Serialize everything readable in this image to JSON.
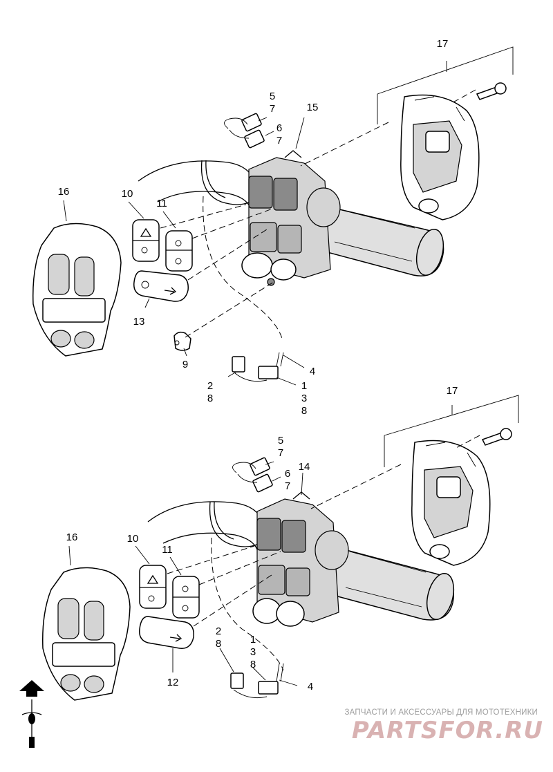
{
  "callouts_upper": [
    {
      "id": "u17",
      "text": "17"
    },
    {
      "id": "u15",
      "text": "15"
    },
    {
      "id": "u5",
      "text": "5"
    },
    {
      "id": "u7a",
      "text": "7"
    },
    {
      "id": "u6",
      "text": "6"
    },
    {
      "id": "u7b",
      "text": "7"
    },
    {
      "id": "u16",
      "text": "16"
    },
    {
      "id": "u10",
      "text": "10"
    },
    {
      "id": "u11",
      "text": "11"
    },
    {
      "id": "u13",
      "text": "13"
    },
    {
      "id": "u9",
      "text": "9"
    },
    {
      "id": "u4",
      "text": "4"
    },
    {
      "id": "u2",
      "text": "2"
    },
    {
      "id": "u8a",
      "text": "8"
    },
    {
      "id": "u1",
      "text": "1"
    },
    {
      "id": "u3",
      "text": "3"
    },
    {
      "id": "u8b",
      "text": "8"
    }
  ],
  "callouts_lower": [
    {
      "id": "l17",
      "text": "17"
    },
    {
      "id": "l14",
      "text": "14"
    },
    {
      "id": "l5",
      "text": "5"
    },
    {
      "id": "l7a",
      "text": "7"
    },
    {
      "id": "l6",
      "text": "6"
    },
    {
      "id": "l7b",
      "text": "7"
    },
    {
      "id": "l16",
      "text": "16"
    },
    {
      "id": "l10",
      "text": "10"
    },
    {
      "id": "l11",
      "text": "11"
    },
    {
      "id": "l2",
      "text": "2"
    },
    {
      "id": "l8a",
      "text": "8"
    },
    {
      "id": "l1",
      "text": "1"
    },
    {
      "id": "l3",
      "text": "3"
    },
    {
      "id": "l8b",
      "text": "8"
    },
    {
      "id": "l12",
      "text": "12"
    },
    {
      "id": "l4",
      "text": "4"
    }
  ],
  "watermark": {
    "tagline": "ЗАПЧАСТИ И АКСЕССУАРЫ ДЛЯ МОТОТЕХНИКИ",
    "logo": "PARTSFOR.RU"
  },
  "icons": [
    "front-direction-arrow-icon",
    "hazard-triangle-icon",
    "turn-arrow-icon"
  ]
}
